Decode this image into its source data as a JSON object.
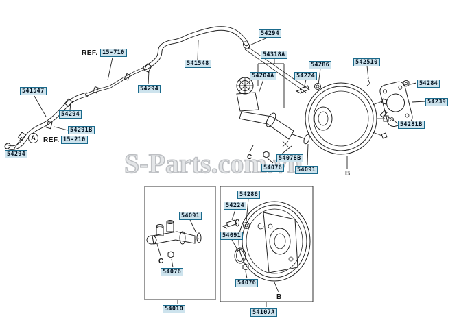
{
  "watermark": {
    "text": "S-Parts.com.vn"
  },
  "colors": {
    "label_bg": "#cde3ed",
    "label_border": "#1a6a8c",
    "label_text": "#00101f",
    "line_color": "#1f1f1f",
    "watermark_gray": "#c8ccd0",
    "background": "#ffffff"
  },
  "diagram": {
    "type": "exploded-parts-diagram",
    "subject": "brake booster, master cylinder and vacuum hoses",
    "inset_captions": [
      "54010",
      "54107A"
    ],
    "section_letters": [
      "A",
      "B",
      "C"
    ],
    "ref_callouts": [
      "15-710",
      "15-210"
    ]
  },
  "labels": [
    {
      "text": "541547"
    },
    {
      "text": "REF."
    },
    {
      "text": "15-710"
    },
    {
      "text": "541548"
    },
    {
      "text": "54294"
    },
    {
      "text": "54318A"
    },
    {
      "text": "54294"
    },
    {
      "text": "54294"
    },
    {
      "text": "54291B"
    },
    {
      "text": "A"
    },
    {
      "text": "REF."
    },
    {
      "text": "15-210"
    },
    {
      "text": "54294"
    },
    {
      "text": "54204A"
    },
    {
      "text": "54224"
    },
    {
      "text": "54286"
    },
    {
      "text": "542510"
    },
    {
      "text": "54284"
    },
    {
      "text": "54239"
    },
    {
      "text": "54281B"
    },
    {
      "text": "54078B"
    },
    {
      "text": "54076"
    },
    {
      "text": "54091"
    },
    {
      "text": "C"
    },
    {
      "text": "B"
    },
    {
      "text": "54091"
    },
    {
      "text": "C"
    },
    {
      "text": "54076"
    },
    {
      "text": "54010"
    },
    {
      "text": "54286"
    },
    {
      "text": "54224"
    },
    {
      "text": "54091"
    },
    {
      "text": "54076"
    },
    {
      "text": "B"
    },
    {
      "text": "54107A"
    }
  ]
}
